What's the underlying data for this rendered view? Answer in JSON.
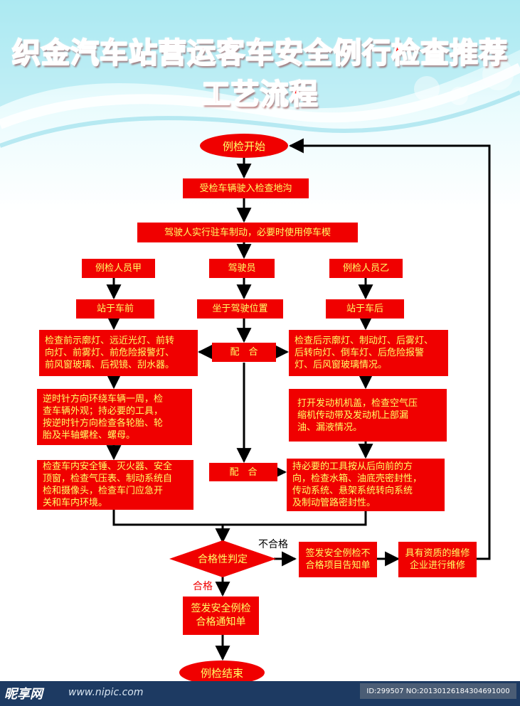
{
  "title": "织金汽车站营运客车安全例行检查推荐工艺流程",
  "nodes": {
    "start": "例检开始",
    "enter_pit": "受检车辆驶入检查地沟",
    "parking_brake": "驾驶人实行驻车制动，必要时使用停车楔",
    "inspector_a": "例检人员甲",
    "driver": "驾驶员",
    "inspector_b": "例检人员乙",
    "stand_front": "站于车前",
    "sit_driver": "坐于驾驶位置",
    "stand_rear": "站于车后",
    "front_lights": [
      "检查前示廓灯、远近光灯、前转",
      "向灯、前雾灯、前危险报警灯、",
      "前风窗玻璃、后视镜、刮水器。"
    ],
    "cooperate_1": "配　合",
    "rear_lights": [
      "检查后示廓灯、制动灯、后雾灯、",
      "后转向灯、倒车灯、后危险报警",
      "灯、后风窗玻璃情况。"
    ],
    "walk_around": [
      "逆时针方向环绕车辆一周，检",
      "查车辆外观；持必要的工具，",
      "按逆时针方向检查各轮胎、轮",
      "胎及半轴螺栓、螺母。"
    ],
    "engine": [
      "打开发动机机盖，检查空气压",
      "缩机传动带及发动机上部漏",
      "油、漏液情况。"
    ],
    "interior": [
      "检查车内安全锤、灭火器、安全",
      "顶窗，检查气压表、制动系统自",
      "检和摄像头，检查车门应急开",
      "关和车内环境。"
    ],
    "cooperate_2": "配　合",
    "underbody": [
      "持必要的工具按从后向前的方",
      "向，检查水箱、油底壳密封性，",
      "传动系统、悬架系统转向系统",
      "及制动管路密封性。"
    ],
    "judge": "合格性判定",
    "label_fail": "不合格",
    "label_pass": "合格",
    "fail_notice": [
      "签发安全例检不",
      "合格项目告知单"
    ],
    "repair": [
      "具有资质的维修",
      "企业进行维修"
    ],
    "pass_notice": [
      "签发安全例检",
      "合格通知单"
    ],
    "end": "例检结束"
  },
  "footer": {
    "logo": "昵享网",
    "url": "www.nipic.com",
    "watermark": "ID:299507 NO:20130126184304691000"
  },
  "colors": {
    "box_fill": "#f00000",
    "box_text": "#ffff66",
    "title_text": "#ff0000",
    "arrow": "#000000"
  }
}
